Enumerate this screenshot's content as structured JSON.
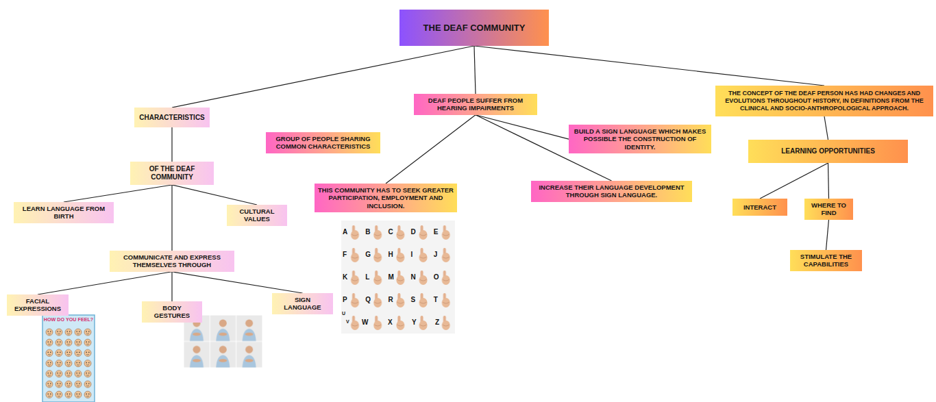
{
  "diagram": {
    "nodes": [
      {
        "text": [
          "THE DEAF COMMUNITY"
        ]
      },
      {
        "text": [
          "CHARACTERISTICS"
        ]
      },
      {
        "text": [
          "DEAF PEOPLE SUFFER FROM HEARING IMPAIRMENTS"
        ]
      },
      {
        "text": [
          "THE CONCEPT OF THE DEAF PERSON HAS HAD CHANGES AND EVOLUTIONS THROUGHOUT HISTORY, IN DEFINITIONS FROM THE CLINICAL AND SOCIO-ANTHROPOLOGICAL APPROACH."
        ]
      },
      {
        "text": [
          "OF THE DEAF COMMUNITY"
        ]
      },
      {
        "text": [
          "GROUP OF PEOPLE SHARING COMMON CHARACTERISTICS"
        ]
      },
      {
        "text": [
          "BUILD A SIGN LANGUAGE WHICH MAKES POSSIBLE THE CONSTRUCTION OF IDENTITY."
        ]
      },
      {
        "text": [
          "LEARNING OPPORTUNITIES"
        ]
      },
      {
        "text": [
          "LEARN LANGUAGE FROM BIRTH"
        ]
      },
      {
        "text": [
          "CULTURAL VALUES"
        ]
      },
      {
        "text": [
          "THIS COMMUNITY HAS TO SEEK GREATER PARTICIPATION, EMPLOYMENT AND INCLUSION."
        ]
      },
      {
        "text": [
          "INCREASE THEIR LANGUAGE DEVELOPMENT THROUGH SIGN LANGUAGE."
        ]
      },
      {
        "text": [
          "INTERACT"
        ]
      },
      {
        "text": [
          "WHERE TO FIND"
        ]
      },
      {
        "text": [
          "COMMUNICATE AND EXPRESS THEMSELVES THROUGH"
        ]
      },
      {
        "text": [
          "STIMULATE THE CAPABILITIES"
        ]
      },
      {
        "text": [
          "FACIAL EXPRESSIONS"
        ]
      },
      {
        "text": [
          "BODY GESTURES"
        ]
      },
      {
        "text": [
          "SIGN LANGUAGE"
        ]
      }
    ],
    "edges": [
      {
        "from": 0,
        "to": 1,
        "arrow": "none"
      },
      {
        "from": 0,
        "to": 2,
        "arrow": "none"
      },
      {
        "from": 0,
        "to": 3,
        "arrow": "none"
      },
      {
        "from": 1,
        "to": 4,
        "arrow": "none"
      },
      {
        "from": 2,
        "to": 10,
        "arrow": "none"
      },
      {
        "from": 2,
        "to": 11,
        "arrow": "none"
      },
      {
        "from": 2,
        "to": 6,
        "arrow": "none"
      },
      {
        "from": 3,
        "to": 7,
        "arrow": "none"
      },
      {
        "from": 4,
        "to": 8,
        "arrow": "none"
      },
      {
        "from": 4,
        "to": 9,
        "arrow": "none"
      },
      {
        "from": 4,
        "to": 14,
        "arrow": "none"
      },
      {
        "from": 7,
        "to": 12,
        "arrow": "none"
      },
      {
        "from": 7,
        "to": 13,
        "arrow": "none"
      },
      {
        "from": 13,
        "to": 15,
        "arrow": "none"
      },
      {
        "from": 14,
        "to": 16,
        "arrow": "none"
      },
      {
        "from": 14,
        "to": 17,
        "arrow": "none"
      },
      {
        "from": 14,
        "to": 18,
        "arrow": "none"
      }
    ],
    "labels": [
      "HOW DO YOU FEEL?",
      "A",
      "B",
      "C",
      "D",
      "E",
      "F",
      "G",
      "H",
      "I",
      "J",
      "K",
      "L",
      "M",
      "N",
      "O",
      "P",
      "Q",
      "R",
      "S",
      "T",
      "U",
      "V",
      "W",
      "X",
      "Y",
      "Z"
    ]
  }
}
